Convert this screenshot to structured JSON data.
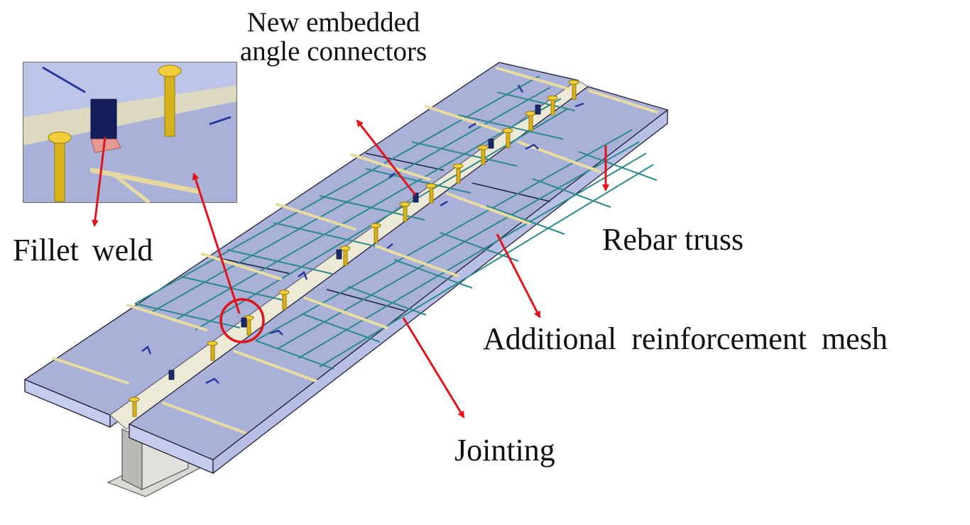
{
  "labels": {
    "new_connectors_line1": "New embedded",
    "new_connectors_line2": "angle connectors",
    "fillet_weld": "Fillet  weld",
    "rebar_truss": "Rebar truss",
    "additional_mesh": "Additional  reinforcement mesh",
    "jointing": "Jointing"
  },
  "colors": {
    "slab_top": "#a9b1d9",
    "slab_side": "#c5ccee",
    "slab_edge": "#223",
    "mesh": "#2e8a8a",
    "stud": "#d8b21c",
    "truss": "#e8dca0",
    "arrow": "#e0141b",
    "connector": "#1a2a6a",
    "girder": "#c8c8c4"
  }
}
